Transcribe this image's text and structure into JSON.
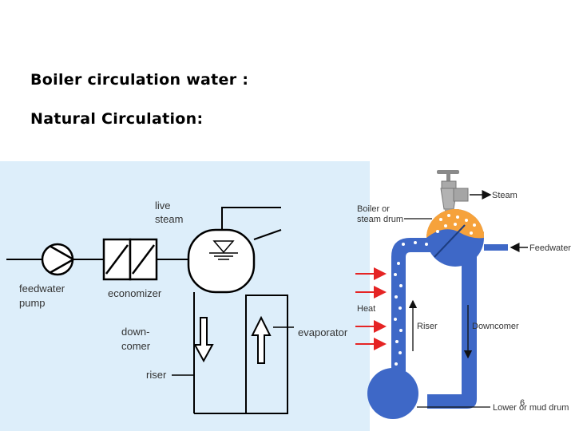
{
  "headings": {
    "line1": "Boiler circulation water :",
    "line2": "Natural Circulation:"
  },
  "left_diagram": {
    "live_steam": [
      "live",
      "steam"
    ],
    "feedwater_pump": [
      "feedwater",
      "pump"
    ],
    "economizer": "economizer",
    "downcomer": [
      "down-",
      "comer"
    ],
    "riser": "riser",
    "evaporator": "evaporator"
  },
  "right_diagram": {
    "boiler_drum": [
      "Boiler or",
      "steam drum"
    ],
    "steam": "Steam",
    "feedwater": "Feedwater",
    "heat": "Heat",
    "riser": "Riser",
    "downcomer": "Downcomer",
    "mud_drum": "Lower or mud drum"
  },
  "page_number": "6",
  "colors": {
    "left_panel_bg": "#ddeefa",
    "water_blue": "#3e68c7",
    "steam_orange": "#f6a23b",
    "heat_arrow": "#e52424",
    "valve_gray": "#9a9a9a"
  }
}
